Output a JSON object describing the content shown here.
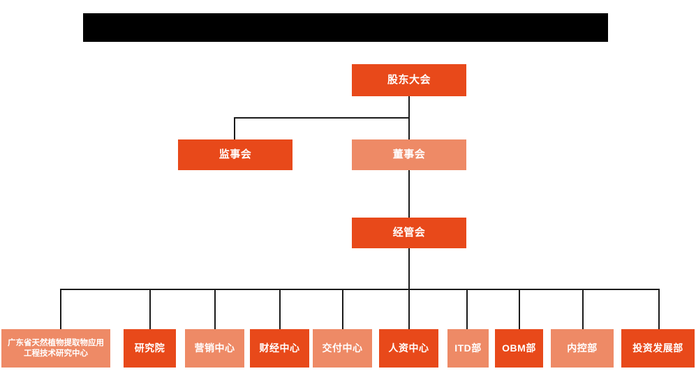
{
  "page": {
    "background_color": "#FFFFFF",
    "title_banner": {
      "label": "",
      "redacted": "true",
      "color": "#000000"
    }
  },
  "palette": {
    "dark_orange": "#E8491A",
    "light_orange": "#EE8A66",
    "line_color": "#1A1A1A",
    "text_color": "#FFFFFF"
  },
  "org_chart": {
    "levels": [
      {
        "level": 1,
        "nodes": [
          {
            "id": "shareholders-meeting",
            "label": "股东大会",
            "tone": "dark"
          }
        ]
      },
      {
        "level": 2,
        "nodes": [
          {
            "id": "board-of-supervisors",
            "label": "监事会",
            "tone": "dark"
          },
          {
            "id": "board-of-directors",
            "label": "董事会",
            "tone": "light"
          }
        ]
      },
      {
        "level": 3,
        "nodes": [
          {
            "id": "management-committee",
            "label": "经管会",
            "tone": "dark"
          }
        ]
      },
      {
        "level": 4,
        "nodes": [
          {
            "id": "guangdong-research-center",
            "label": "广东省天然植物提取物应用工程技术研究中心",
            "tone": "light"
          },
          {
            "id": "research-institute",
            "label": "研究院",
            "tone": "dark"
          },
          {
            "id": "marketing-center",
            "label": "营销中心",
            "tone": "light"
          },
          {
            "id": "finance-center",
            "label": "财经中心",
            "tone": "dark"
          },
          {
            "id": "delivery-center",
            "label": "交付中心",
            "tone": "light"
          },
          {
            "id": "hr-center",
            "label": "人资中心",
            "tone": "dark"
          },
          {
            "id": "itd-department",
            "label": "ITD部",
            "tone": "light"
          },
          {
            "id": "obm-department",
            "label": "OBM部",
            "tone": "dark"
          },
          {
            "id": "internal-control-department",
            "label": "内控部",
            "tone": "light"
          },
          {
            "id": "investment-development-department",
            "label": "投资发展部",
            "tone": "dark"
          }
        ]
      }
    ]
  }
}
